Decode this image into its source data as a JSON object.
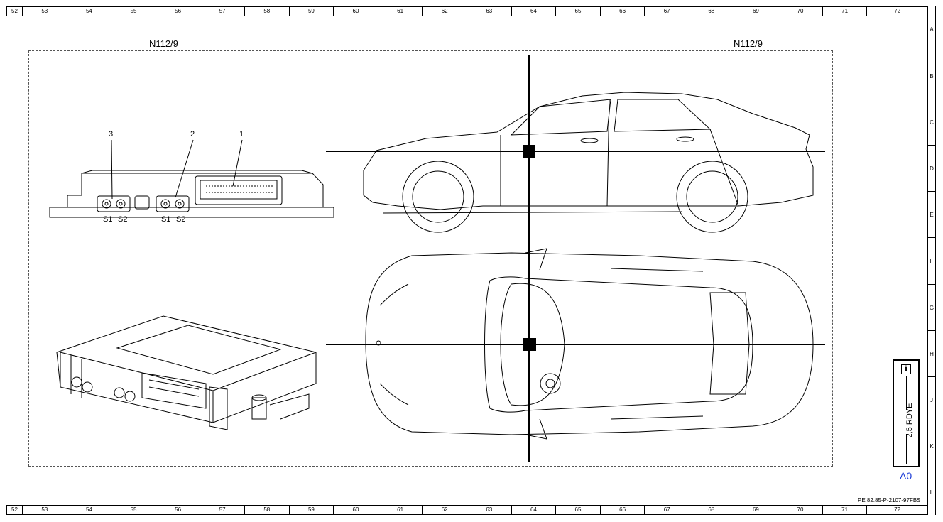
{
  "ruler": {
    "columns": [
      "52",
      "53",
      "54",
      "55",
      "56",
      "57",
      "58",
      "59",
      "60",
      "61",
      "62",
      "63",
      "64",
      "65",
      "66",
      "67",
      "68",
      "69",
      "70",
      "71",
      "72"
    ],
    "rows": [
      "A",
      "B",
      "C",
      "D",
      "E",
      "F",
      "G",
      "H",
      "J",
      "K",
      "L"
    ]
  },
  "diagram": {
    "component_left_label": "N112/9",
    "component_right_label": "N112/9",
    "callout_1": "1",
    "callout_2": "2",
    "callout_3": "3",
    "socket_s1_a": "S1",
    "socket_s2_a": "S2",
    "socket_s1_b": "S1",
    "socket_s2_b": "S2"
  },
  "legend": {
    "info_icon": "info-icon",
    "info_text": "2,5 RDYE",
    "sheet_code": "A0",
    "reference": "PE 82.85-P-2107-97FBS"
  }
}
